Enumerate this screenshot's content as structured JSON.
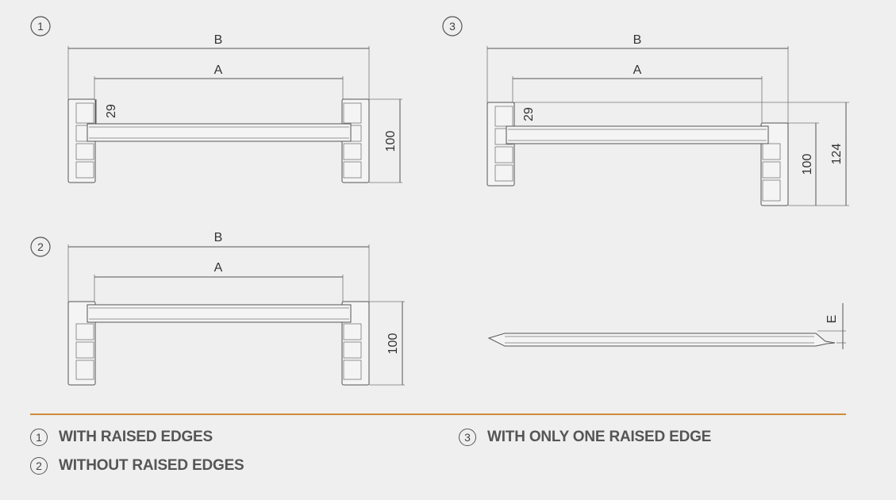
{
  "figures": [
    {
      "number": "1",
      "dim_b": "B",
      "dim_a": "A",
      "dim_edge": "29",
      "dim_height": "100"
    },
    {
      "number": "2",
      "dim_b": "B",
      "dim_a": "A",
      "dim_height": "100"
    },
    {
      "number": "3",
      "dim_b": "B",
      "dim_a": "A",
      "dim_edge": "29",
      "dim_height": "100",
      "dim_total": "124"
    },
    {
      "dim_e": "E"
    }
  ],
  "legend": [
    {
      "number": "1",
      "text": "WITH RAISED EDGES"
    },
    {
      "number": "2",
      "text": "WITHOUT RAISED EDGES"
    },
    {
      "number": "3",
      "text": "WITH ONLY ONE RAISED EDGE"
    }
  ],
  "colors": {
    "divider": "#d08a3a",
    "line": "#555555",
    "background": "#efefef"
  }
}
